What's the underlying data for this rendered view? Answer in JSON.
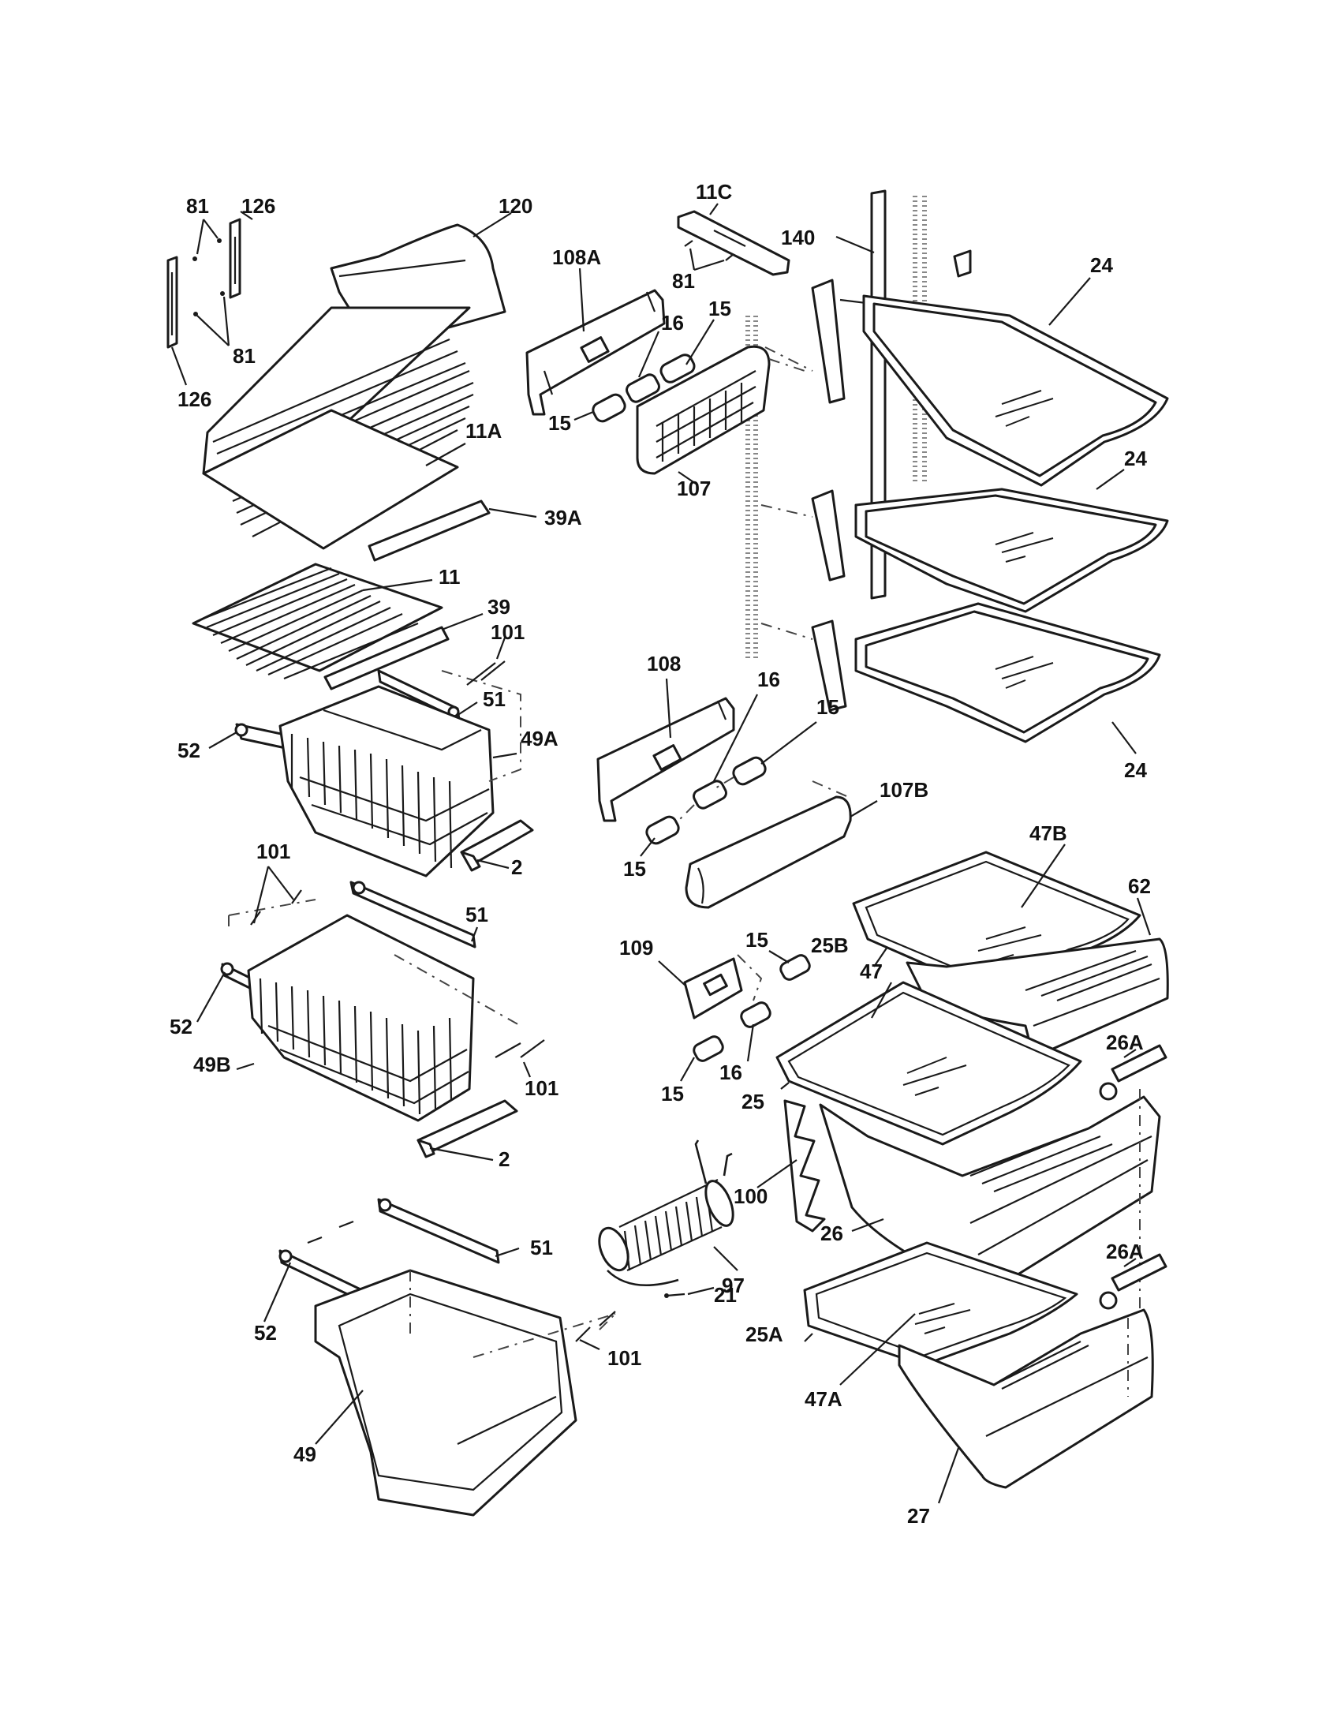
{
  "colors": {
    "line": "#1a1a1a",
    "background": "#ffffff"
  },
  "callouts": {
    "p81_top": "81",
    "p126_top": "126",
    "p81_bottom": "81",
    "p126_bottom": "126",
    "p120": "120",
    "p11A": "11A",
    "p39A": "39A",
    "p11": "11",
    "p39": "39",
    "p101_a": "101",
    "p51_a": "51",
    "p52_a": "52",
    "p49A": "49A",
    "p2_a": "2",
    "p101_b": "101",
    "p51_b": "51",
    "p52_b": "52",
    "p49B": "49B",
    "p101_c": "101",
    "p2_b": "2",
    "p51_c": "51",
    "p52_c": "52",
    "p101_d": "101",
    "p49": "49",
    "p11C": "11C",
    "p140": "140",
    "p81_mid": "81",
    "p108A": "108A",
    "p16_a": "16",
    "p15_a": "15",
    "p15_b": "15",
    "p107": "107",
    "p24_a": "24",
    "p24_b": "24",
    "p24_c": "24",
    "p108": "108",
    "p16_b": "16",
    "p15_c": "15",
    "p107B": "107B",
    "p15_d": "15",
    "p47B": "47B",
    "p62": "62",
    "p25B": "25B",
    "p47": "47",
    "p109": "109",
    "p15_e": "15",
    "p26A_a": "26A",
    "p15_f": "15",
    "p16_c": "16",
    "p25": "25",
    "p100": "100",
    "p26": "26",
    "p97": "97",
    "p21": "21",
    "p26A_b": "26A",
    "p25A": "25A",
    "p47A": "47A",
    "p27": "27"
  }
}
